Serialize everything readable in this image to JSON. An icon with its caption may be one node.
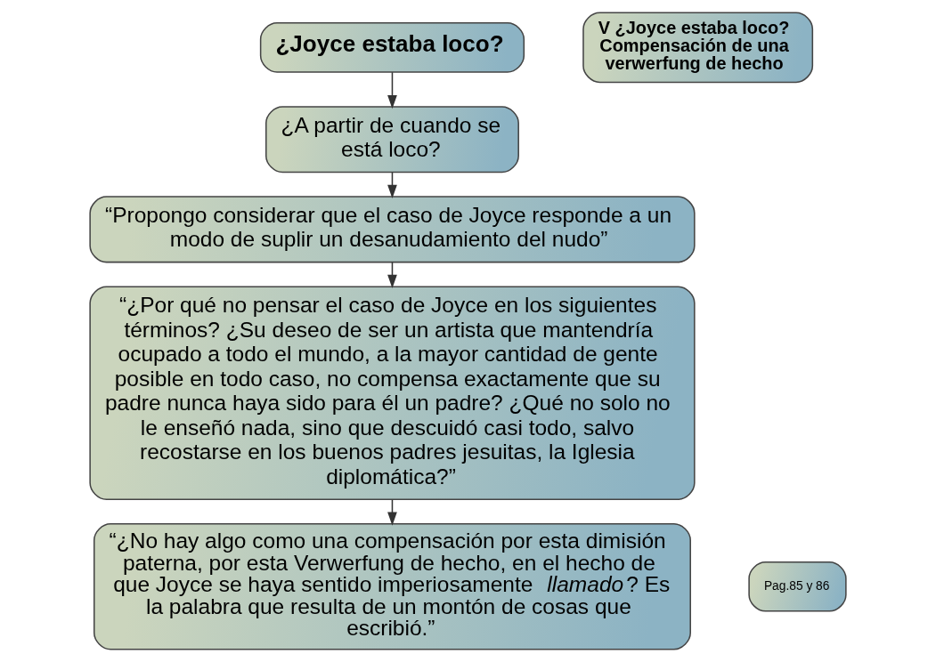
{
  "diagram": {
    "nodes": [
      {
        "text": [
          "V ¿Joyce estaba loco? Compensación de una verwerfung de hecho"
        ]
      },
      {
        "text": [
          "¿Joyce estaba loco?"
        ]
      },
      {
        "text": [
          "¿A partir de cuando se está loco?"
        ]
      },
      {
        "text": [
          "“Propongo considerar que el caso de Joyce responde a un modo de suplir un desanudamiento del nudo”"
        ]
      },
      {
        "text": [
          "“¿Por qué no pensar el caso de Joyce en los siguientes términos? ¿Su deseo de ser un artista que mantendría ocupado a todo el mundo, a la mayor cantidad de gente posible en todo caso, no compensa exactamente que su padre nunca haya sido para él un padre? ¿Qué no solo no le enseñó nada, sino que descuidó casi todo, salvo recostarse en los buenos padres jesuitas, la Iglesia diplomática?”"
        ]
      },
      {
        "text": [
          "“¿No hay algo como una compensación por esta dimisión paterna, por esta Verwerfung de hecho, en el hecho de que Joyce se haya sentido imperiosamente *llamado*? Es la palabra que resulta de un montón de cosas que escribió.”"
        ]
      },
      {
        "text": [
          "Pag.85 y 86"
        ]
      }
    ],
    "edges": [
      {
        "from": 1,
        "to": 2,
        "arrow": "to"
      },
      {
        "from": 2,
        "to": 3,
        "arrow": "to"
      },
      {
        "from": 3,
        "to": 4,
        "arrow": "to"
      },
      {
        "from": 4,
        "to": 5,
        "arrow": "to"
      }
    ]
  }
}
